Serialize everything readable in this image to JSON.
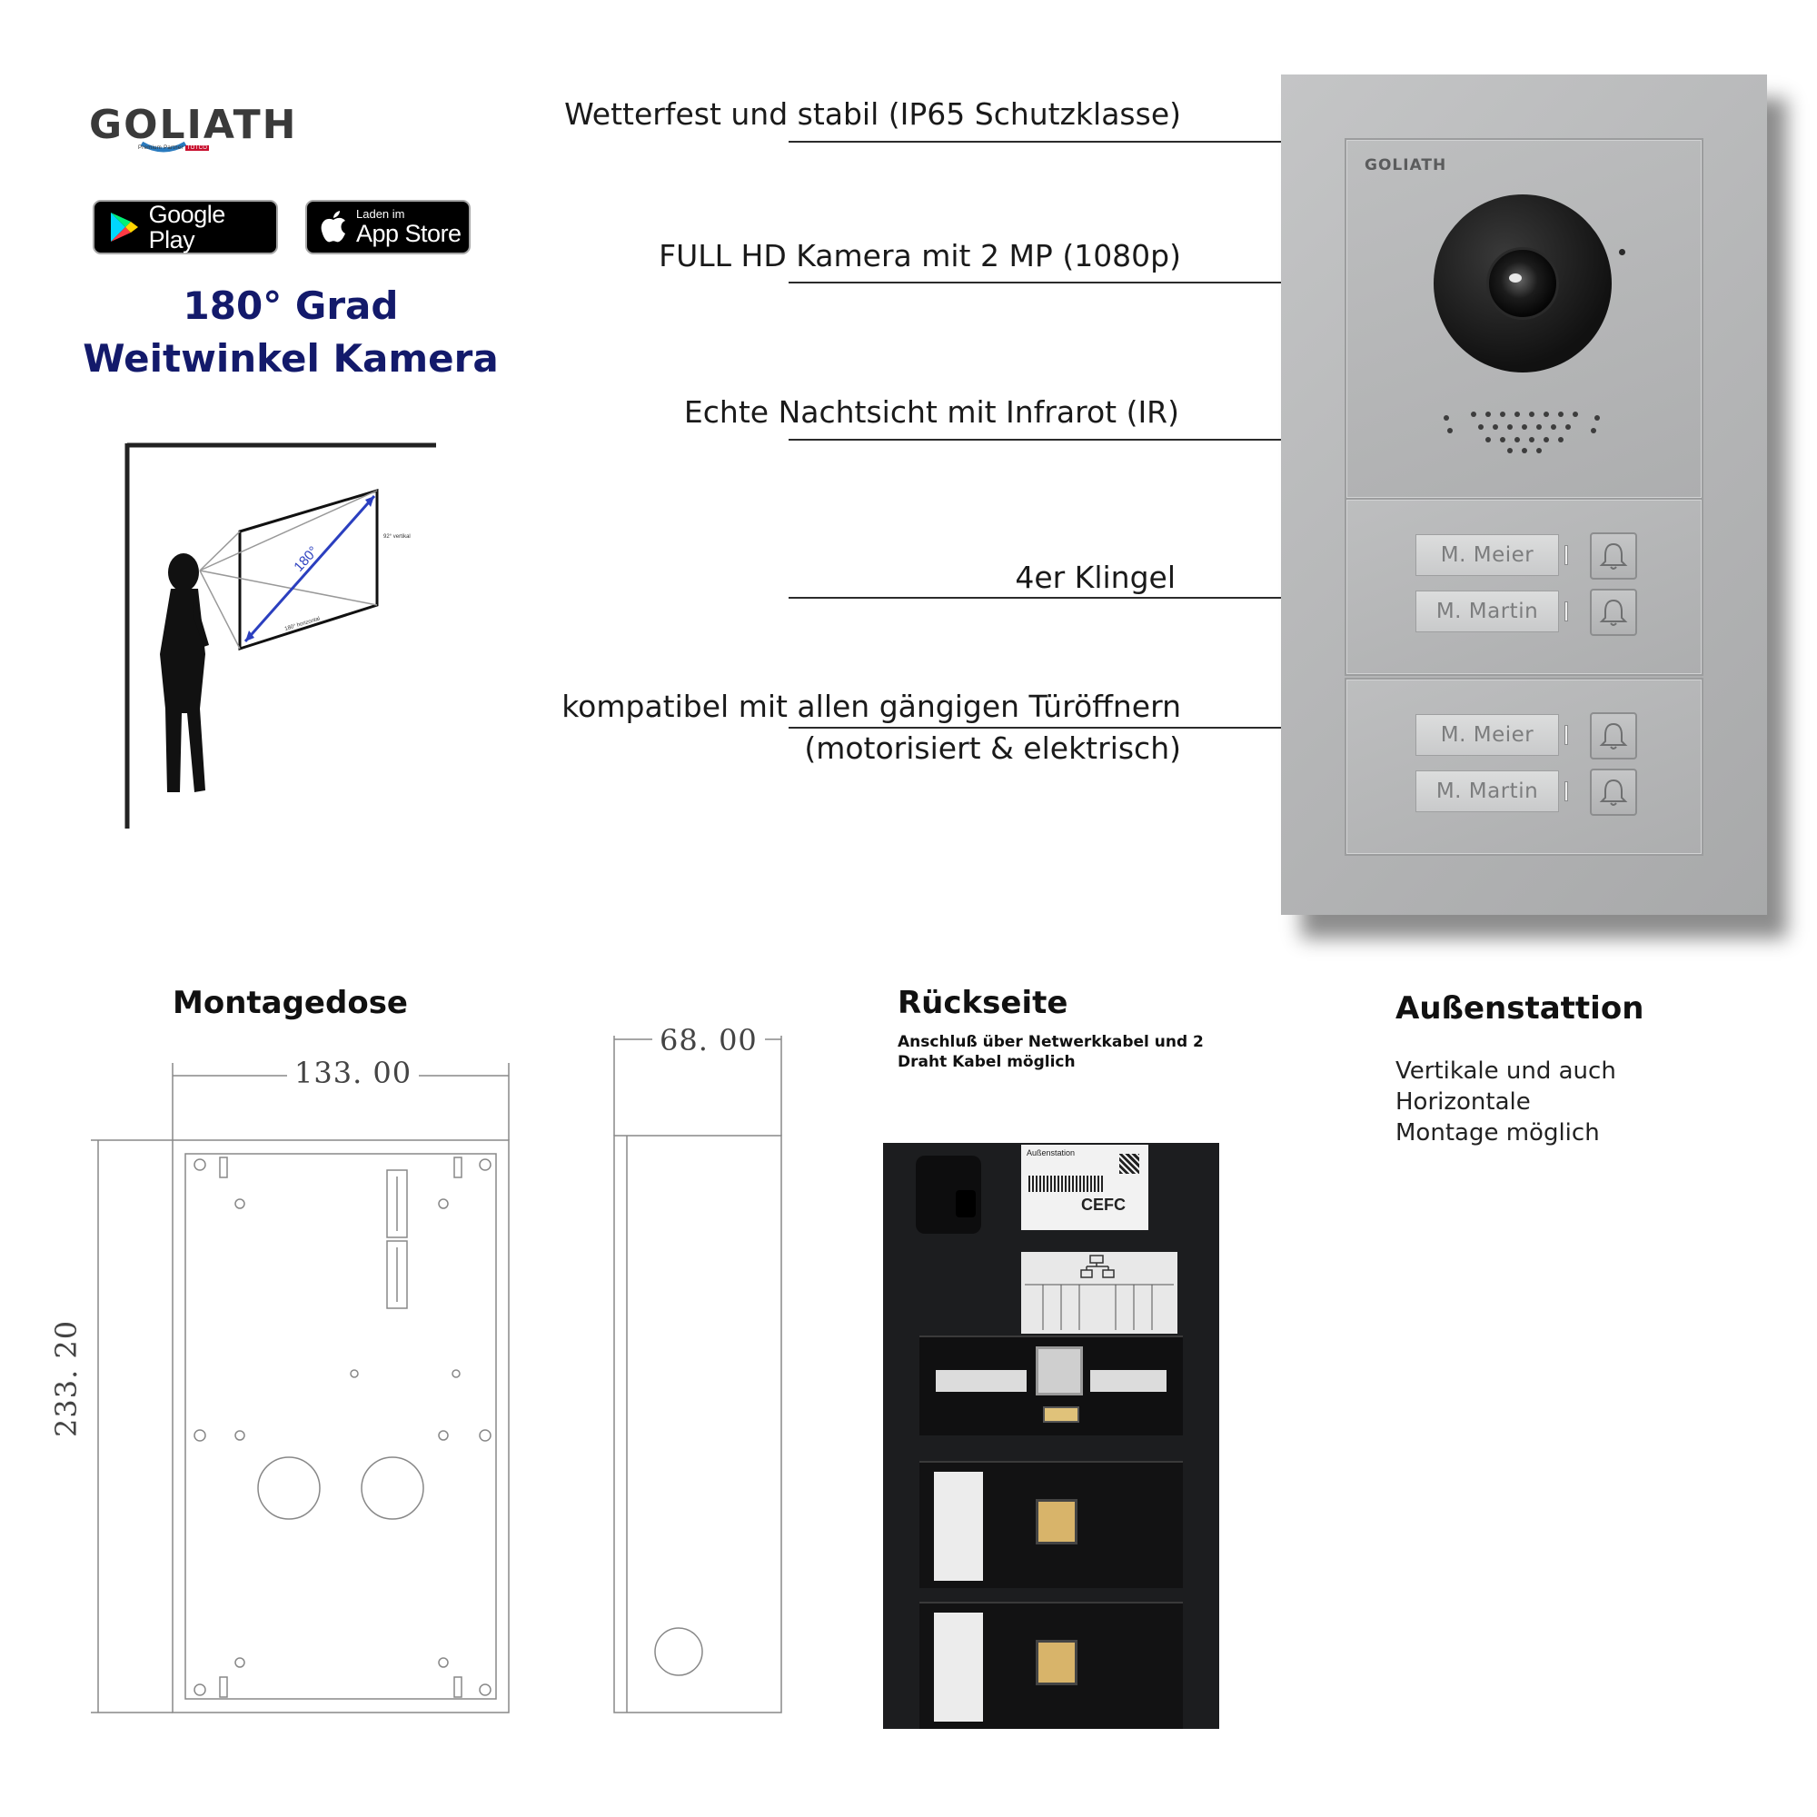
{
  "brand": {
    "logo_text": "GOLIATH",
    "logo_sub_prefix": "Premium Partner",
    "logo_sub_red": "TOTCO"
  },
  "stores": {
    "google_play": "Google Play",
    "app_store_small": "Laden im",
    "app_store": "App Store"
  },
  "wide_angle": {
    "line1": "180° Grad",
    "line2": "Weitwinkel Kamera",
    "diagram_arc": "180°",
    "diagram_vertical": "92° vertikal",
    "diagram_horizontal": "180° horizontal"
  },
  "features": [
    "Wetterfest und stabil (IP65 Schutzklasse)",
    "FULL HD Kamera mit 2 MP (1080p)",
    "Echte Nachtsicht mit Infrarot (IR)",
    "4er Klingel",
    "kompatibel mit allen gängigen Türöffnern",
    "(motorisiert & elektrisch)"
  ],
  "panel": {
    "logo": "GOLIATH",
    "nameplates": [
      "M. Meier",
      "M. Martin",
      "M. Meier",
      "M. Martin"
    ]
  },
  "montagedose": {
    "title": "Montagedose",
    "width": "133. 00",
    "height": "233. 20",
    "depth": "68. 00"
  },
  "rueckseite": {
    "title": "Rückseite",
    "note": "Anschluß über Netwerkkabel und 2 Draht Kabel möglich",
    "label_title": "Außenstation",
    "label_ce": "CEFC"
  },
  "aussenstation": {
    "title": "Außenstattion",
    "lines": [
      "Vertikale und auch",
      "Horizontale",
      "Montage möglich"
    ]
  },
  "colors": {
    "title_navy": "#131a6b",
    "accent_blue": "#2a7bbf",
    "panel_silver": "#b4b5b6"
  }
}
